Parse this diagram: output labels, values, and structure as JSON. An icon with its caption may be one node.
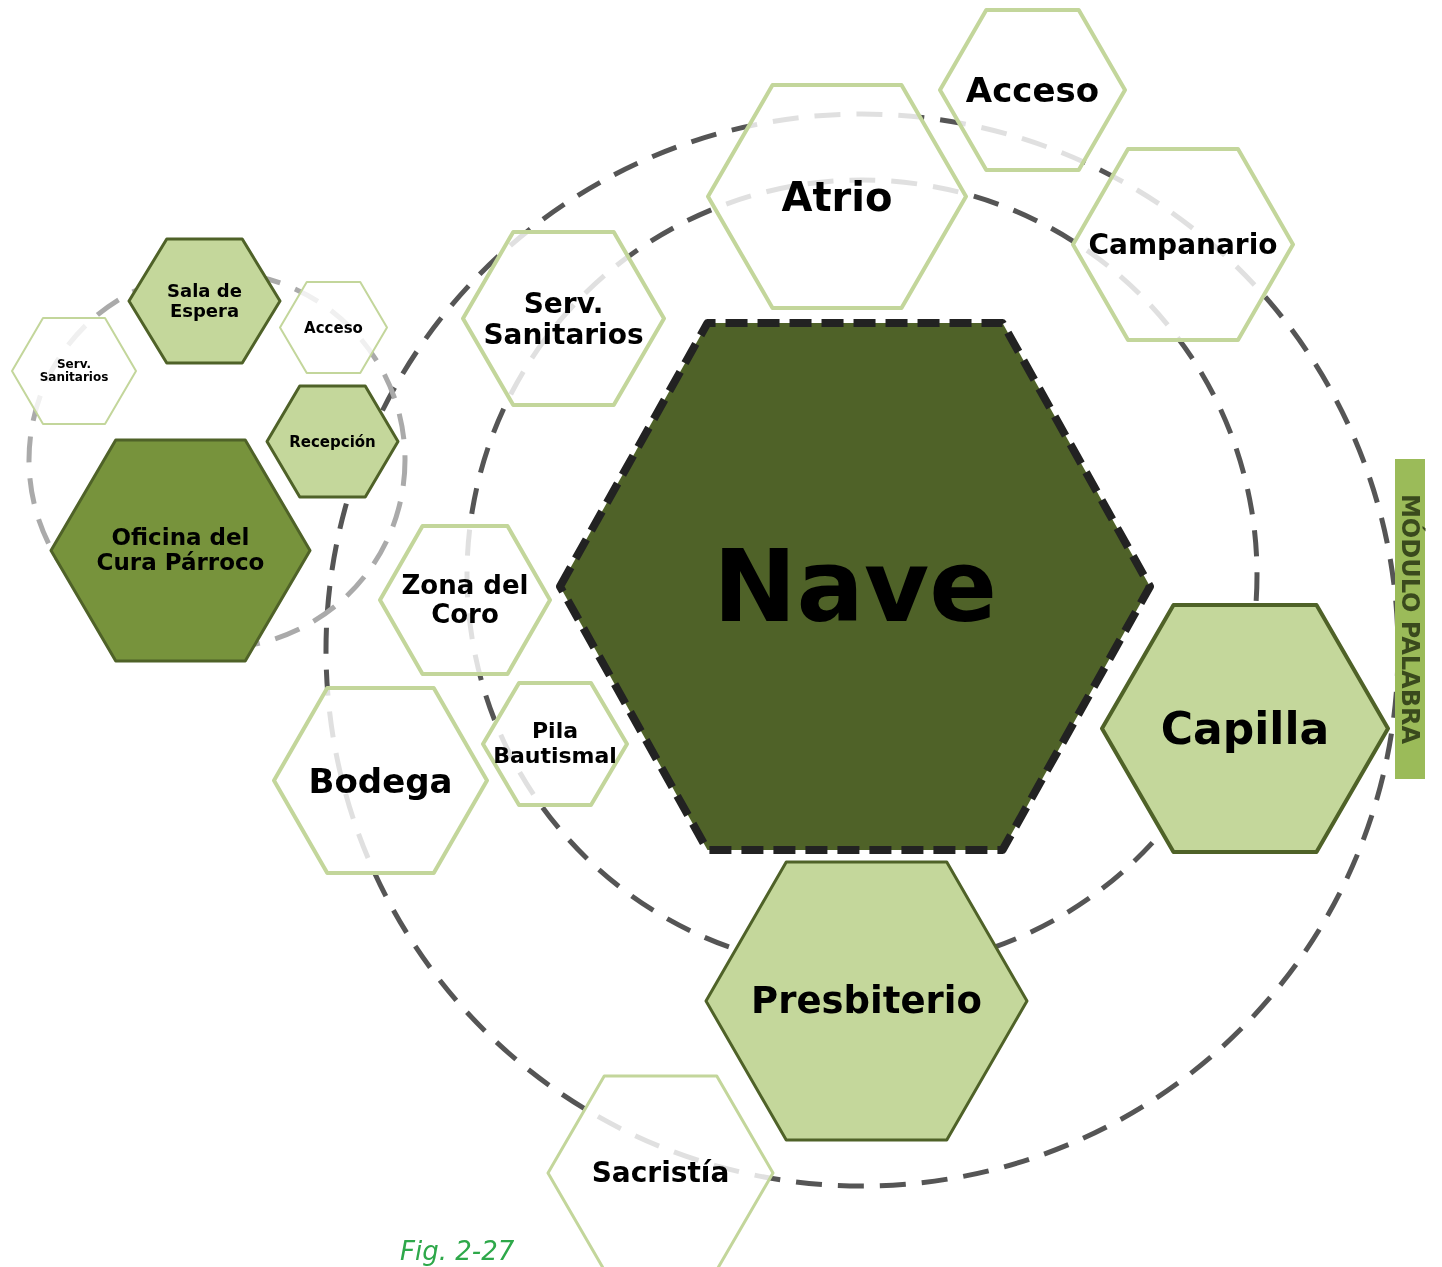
{
  "diagram": {
    "caption": "Fig. 2-27",
    "nodes": [
      {
        "text": [
          "Acceso"
        ]
      },
      {
        "text": [
          "Atrio"
        ]
      },
      {
        "text": [
          "Campanario"
        ]
      },
      {
        "text": [
          "Serv. Sanitarios"
        ]
      },
      {
        "text": [
          "Nave"
        ]
      },
      {
        "text": [
          "Zona del Coro"
        ]
      },
      {
        "text": [
          "Capilla"
        ]
      },
      {
        "text": [
          "Pila Bautismal"
        ]
      },
      {
        "text": [
          "Bodega"
        ]
      },
      {
        "text": [
          "Presbiterio"
        ]
      },
      {
        "text": [
          "Sacristía"
        ]
      },
      {
        "text": [
          "Sala de Espera"
        ]
      },
      {
        "text": [
          "Acceso"
        ]
      },
      {
        "text": [
          "Serv. Sanitarios"
        ]
      },
      {
        "text": [
          "Recepción"
        ]
      },
      {
        "text": [
          "Oficina del Cura Párroco"
        ]
      }
    ],
    "edges": [],
    "labels": [
      "MÓDULO PALABRA"
    ]
  }
}
